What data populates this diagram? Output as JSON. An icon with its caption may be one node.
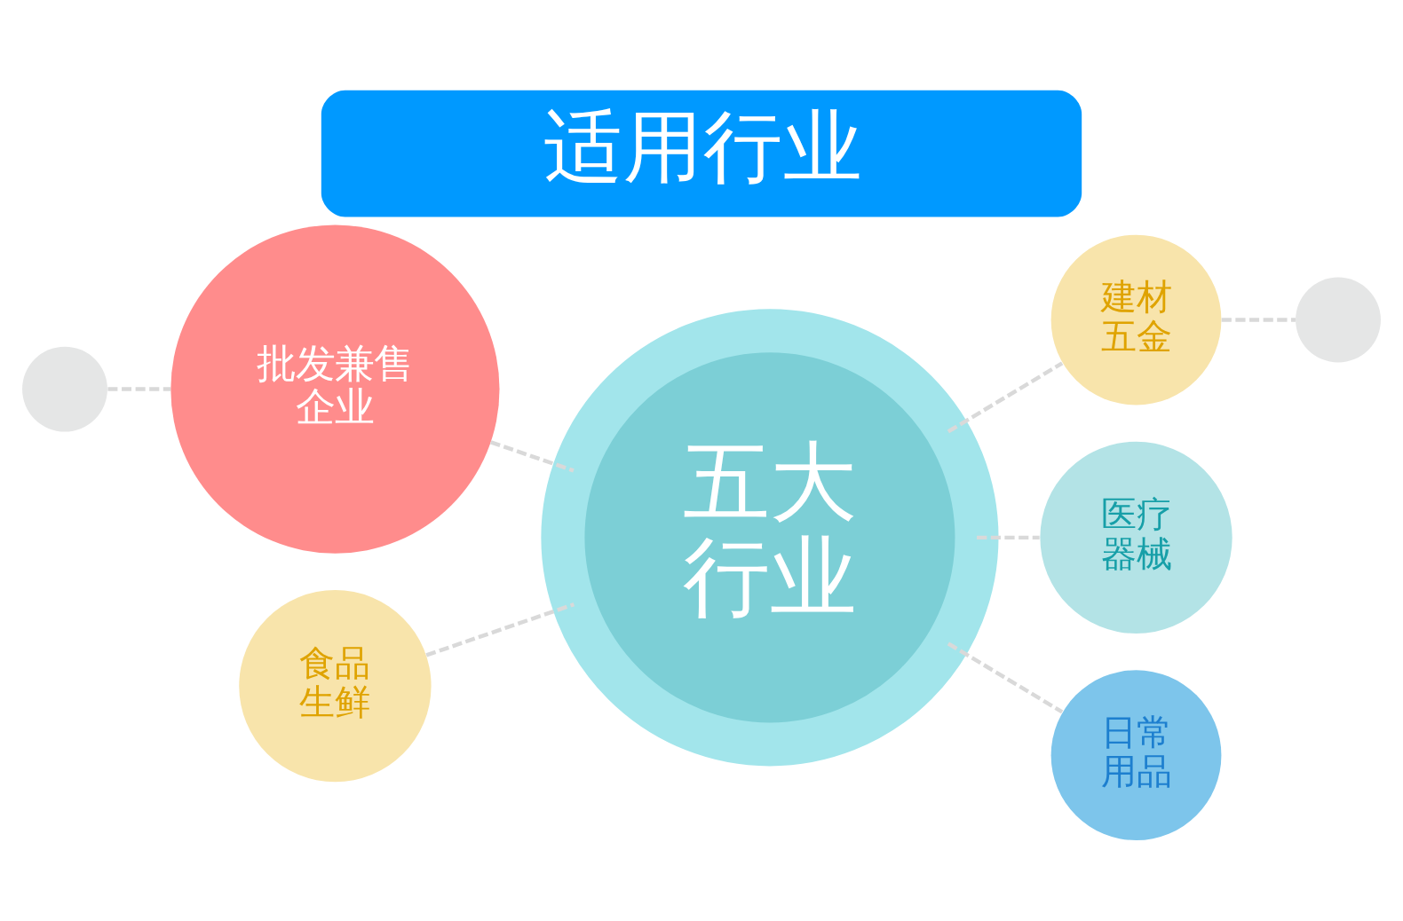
{
  "diagram": {
    "title": "适用行业",
    "nodes": [
      {
        "text": [
          "批发兼售企业"
        ]
      },
      {
        "text": [],
        "shape": "circle"
      },
      {
        "text": [
          "食品生鲜"
        ]
      },
      {
        "text": [
          "五大行业"
        ]
      },
      {
        "text": [
          "日常用品"
        ]
      },
      {
        "text": [
          "建材五金"
        ]
      },
      {
        "text": [
          "医疗器械"
        ]
      },
      {
        "text": [],
        "shape": "circle"
      }
    ],
    "edges": [
      {
        "from": 0,
        "to": 3,
        "arrow": "none",
        "style": "dashed"
      },
      {
        "from": 1,
        "to": 0,
        "arrow": "none",
        "style": "dashed"
      },
      {
        "from": 2,
        "to": 3,
        "arrow": "none",
        "style": "dashed"
      },
      {
        "from": 3,
        "to": 5,
        "arrow": "none",
        "style": "dashed"
      },
      {
        "from": 5,
        "to": 7,
        "arrow": "none",
        "style": "dashed"
      },
      {
        "from": 3,
        "to": 6,
        "arrow": "none",
        "style": "dashed"
      },
      {
        "from": 3,
        "to": 4,
        "arrow": "none",
        "style": "dashed"
      }
    ]
  }
}
